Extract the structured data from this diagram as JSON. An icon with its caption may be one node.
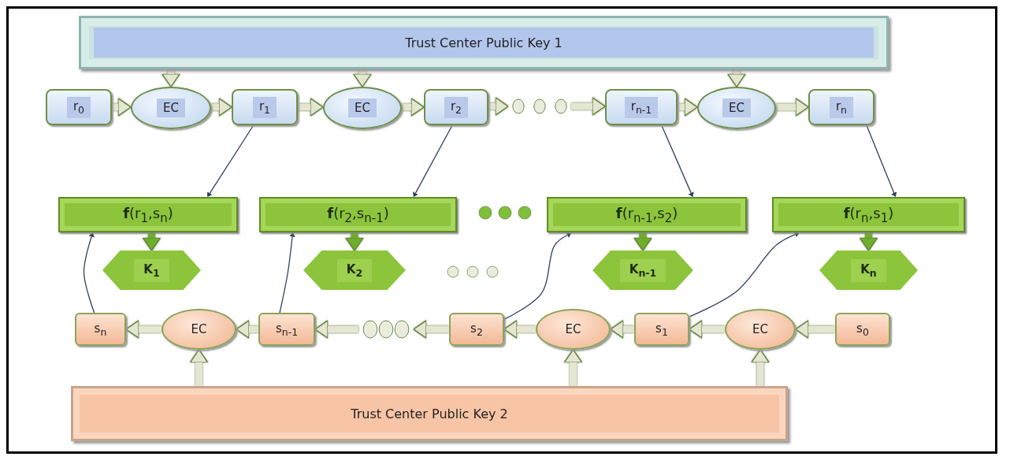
{
  "diagram": {
    "nodes": [
      {
        "text": [
          "Trust Center Public Key 1"
        ]
      },
      {
        "text": [
          "r$_{0}$"
        ]
      },
      {
        "text": [
          "EC"
        ]
      },
      {
        "text": [
          "r$_{1}$"
        ]
      },
      {
        "text": [
          "EC"
        ]
      },
      {
        "text": [
          "r$_{2}$"
        ]
      },
      {
        "text": [],
        "shape": "dots"
      },
      {
        "text": [
          "r$_{n-1}$"
        ]
      },
      {
        "text": [
          "EC"
        ]
      },
      {
        "text": [
          "r$_{n}$"
        ]
      },
      {
        "text": [
          "**f**(r$_{1}$,s$_{n}$)"
        ]
      },
      {
        "text": [
          "**f**(r$_{2}$,s$_{n-1}$)"
        ]
      },
      {
        "text": [
          "**f**(r$_{n-1}$,s$_{2}$)"
        ]
      },
      {
        "text": [
          "**f**(r$_{n}$,s$_{1}$)"
        ]
      },
      {
        "text": [
          "K$_{1}$"
        ]
      },
      {
        "text": [
          "K$_{2}$"
        ]
      },
      {
        "text": [
          "K$_{n-1}$"
        ]
      },
      {
        "text": [
          "K$_{n}$"
        ]
      },
      {
        "text": [
          "s$_{n}$"
        ]
      },
      {
        "text": [
          "EC"
        ]
      },
      {
        "text": [
          "s$_{n-1}$"
        ]
      },
      {
        "text": [],
        "shape": "dots"
      },
      {
        "text": [
          "s$_{2}$"
        ]
      },
      {
        "text": [
          "EC"
        ]
      },
      {
        "text": [
          "s$_{1}$"
        ]
      },
      {
        "text": [
          "EC"
        ]
      },
      {
        "text": [
          "s$_{0}$"
        ]
      },
      {
        "text": [
          "Trust Center Public Key 2"
        ]
      }
    ],
    "edges": [
      {
        "from": 0,
        "to": 2,
        "arrow": "to"
      },
      {
        "from": 0,
        "to": 4,
        "arrow": "to"
      },
      {
        "from": 0,
        "to": 8,
        "arrow": "to"
      },
      {
        "from": 1,
        "to": 2,
        "arrow": "to"
      },
      {
        "from": 2,
        "to": 3,
        "arrow": "to"
      },
      {
        "from": 3,
        "to": 4,
        "arrow": "to"
      },
      {
        "from": 4,
        "to": 5,
        "arrow": "to"
      },
      {
        "from": 5,
        "to": 6,
        "arrow": "to"
      },
      {
        "from": 6,
        "to": 7,
        "arrow": "to"
      },
      {
        "from": 7,
        "to": 8,
        "arrow": "to"
      },
      {
        "from": 8,
        "to": 9,
        "arrow": "to"
      },
      {
        "from": 3,
        "to": 10,
        "arrow": "to",
        "color": "#2f3f5f"
      },
      {
        "from": 5,
        "to": 11,
        "arrow": "to",
        "color": "#2f3f5f"
      },
      {
        "from": 7,
        "to": 12,
        "arrow": "to",
        "color": "#2f3f5f"
      },
      {
        "from": 9,
        "to": 13,
        "arrow": "to",
        "color": "#2f3f5f"
      },
      {
        "from": 10,
        "to": 14,
        "arrow": "to",
        "color": "#6fae2a"
      },
      {
        "from": 11,
        "to": 15,
        "arrow": "to",
        "color": "#6fae2a"
      },
      {
        "from": 12,
        "to": 16,
        "arrow": "to",
        "color": "#6fae2a"
      },
      {
        "from": 13,
        "to": 17,
        "arrow": "to",
        "color": "#6fae2a"
      },
      {
        "from": 18,
        "to": 10,
        "arrow": "to",
        "color": "#2f3f5f"
      },
      {
        "from": 20,
        "to": 11,
        "arrow": "to",
        "color": "#2f3f5f"
      },
      {
        "from": 22,
        "to": 12,
        "arrow": "to",
        "color": "#2f3f5f"
      },
      {
        "from": 24,
        "to": 13,
        "arrow": "to",
        "color": "#2f3f5f"
      },
      {
        "from": 26,
        "to": 25,
        "arrow": "to"
      },
      {
        "from": 25,
        "to": 24,
        "arrow": "to"
      },
      {
        "from": 24,
        "to": 23,
        "arrow": "to"
      },
      {
        "from": 23,
        "to": 22,
        "arrow": "to"
      },
      {
        "from": 22,
        "to": 21,
        "arrow": "to"
      },
      {
        "from": 21,
        "to": 20,
        "arrow": "to"
      },
      {
        "from": 20,
        "to": 19,
        "arrow": "to"
      },
      {
        "from": 19,
        "to": 18,
        "arrow": "to"
      },
      {
        "from": 27,
        "to": 19,
        "arrow": "to"
      },
      {
        "from": 27,
        "to": 23,
        "arrow": "to"
      },
      {
        "from": 27,
        "to": 25,
        "arrow": "to"
      }
    ]
  }
}
